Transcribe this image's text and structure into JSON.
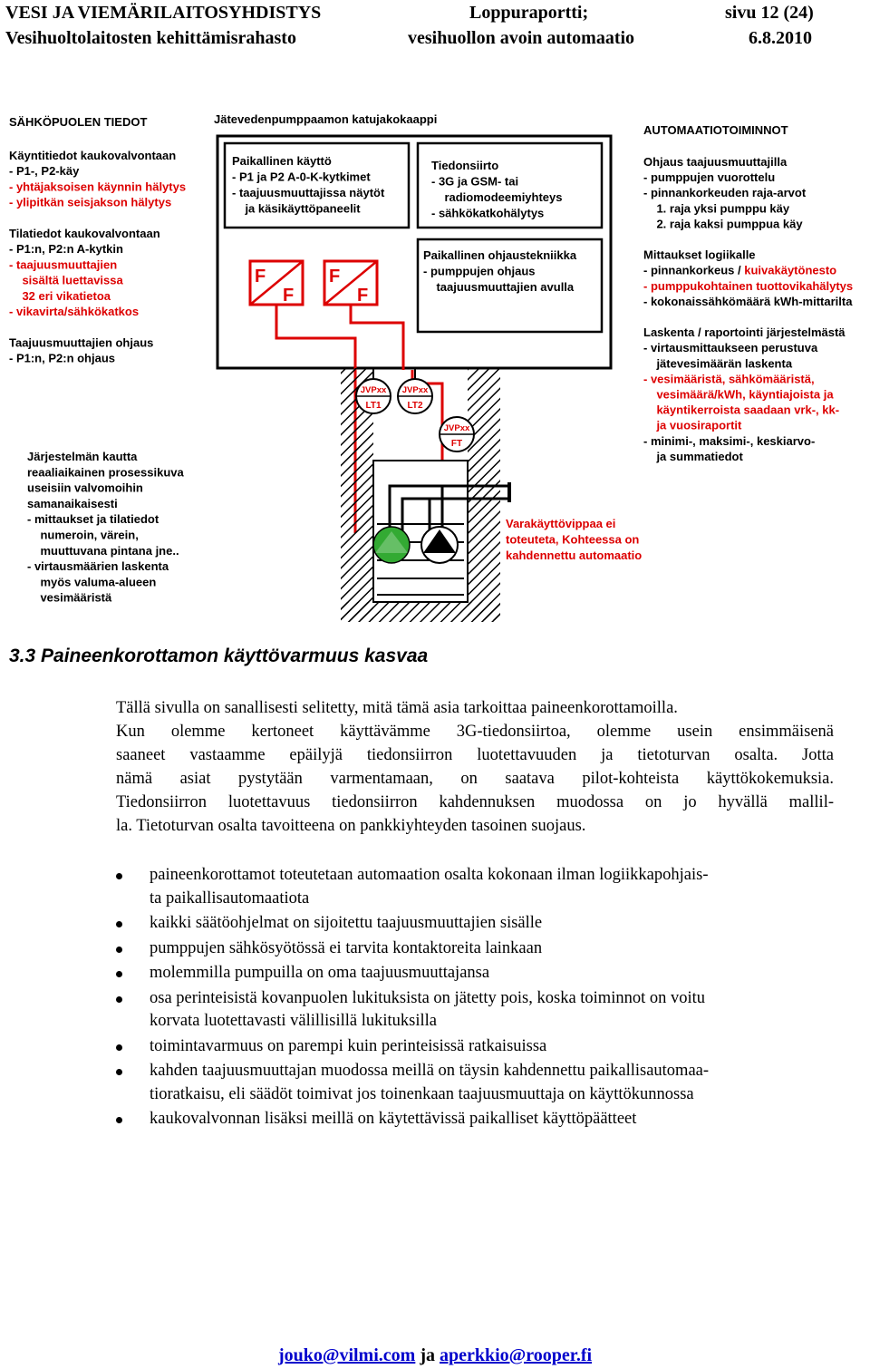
{
  "header": {
    "org": "VESI JA VIEMÄRILAITOSYHDISTYS",
    "report": "Loppuraportti;",
    "page": "sivu 12 (24)",
    "fund": "Vesihuoltolaitosten kehittämisrahasto",
    "subject": "vesihuollon avoin automaatio",
    "date": "6.8.2010"
  },
  "figure": {
    "left_title": "SÄHKÖPUOLEN TIEDOT",
    "left_lines": [
      {
        "t": "Käyntitiedot kaukovalvontaan",
        "c": "#000"
      },
      {
        "t": "- P1-, P2-käy",
        "c": "#000"
      },
      {
        "t": "- yhtäjaksoisen käynnin hälytys",
        "c": "#d00"
      },
      {
        "t": "- ylipitkän seisjakson hälytys",
        "c": "#d00"
      },
      {
        "t": "",
        "c": "#000"
      },
      {
        "t": "Tilatiedot kaukovalvontaan",
        "c": "#000"
      },
      {
        "t": "- P1:n, P2:n A-kytkin",
        "c": "#000"
      },
      {
        "t": "- taajuusmuuttajien",
        "c": "#d00"
      },
      {
        "t": "  sisältä luettavissa",
        "c": "#d00"
      },
      {
        "t": "  32 eri vikatietoa",
        "c": "#d00"
      },
      {
        "t": "- vikavirta/sähkökatkos",
        "c": "#d00"
      },
      {
        "t": "",
        "c": "#000"
      },
      {
        "t": "Taajuusmuuttajien ohjaus",
        "c": "#000"
      },
      {
        "t": "- P1:n, P2:n ohjaus",
        "c": "#000"
      }
    ],
    "lower_left_lines": [
      "Järjestelmän kautta",
      "reaaliaikainen prosessikuva",
      "useisiin valvomoihin",
      "samanaikaisesti",
      "- mittaukset ja tilatiedot",
      "  numeroin, värein,",
      "  muuttuvana pintana jne..",
      "- virtausmäärien laskenta",
      "  myös valuma-alueen",
      "  vesimääristä"
    ],
    "center_title": "Jätevedenpumppaamon katujakokaappi",
    "box_local": [
      "Paikallinen käyttö",
      "- P1 ja P2 A-0-K-kytkimet",
      "- taajuusmuuttajissa näytöt",
      "  ja käsikäyttöpaneelit"
    ],
    "box_transfer": [
      "Tiedonsiirto",
      "- 3G ja GSM- tai",
      "  radiomodeemiyhteys",
      "- sähkökatkohälytys"
    ],
    "box_control": [
      "Paikallinen ohjaustekniikka",
      "- pumppujen ohjaus",
      "  taajuusmuuttajien avulla"
    ],
    "sensors": [
      {
        "top": "JVPxx",
        "bottom": "LT1"
      },
      {
        "top": "JVPxx",
        "bottom": "LT2"
      },
      {
        "top": "JVPxx",
        "bottom": "FT"
      }
    ],
    "backup_note": [
      "Varakäyttövippaa ei",
      "toteuteta, Kohteessa on",
      "kahdennettu automaatio"
    ],
    "right_title": "AUTOMAATIOTOIMINNOT",
    "right_lines": [
      {
        "t": "Ohjaus taajuusmuuttajilla",
        "c": "#000"
      },
      {
        "t": "- pumppujen vuorottelu",
        "c": "#000"
      },
      {
        "t": "- pinnankorkeuden raja-arvot",
        "c": "#000"
      },
      {
        "t": "  1. raja yksi pumppu käy",
        "c": "#000"
      },
      {
        "t": "  2. raja kaksi pumppua käy",
        "c": "#000"
      },
      {
        "t": "",
        "c": "#000"
      },
      {
        "t": "Mittaukset logiikalle",
        "c": "#000"
      },
      {
        "t": "- pinnankorkeus / kuivakäytönesto",
        "c": "#000"
      },
      {
        "t": "- pumppukohtainen tuottovikahälytys",
        "c": "#d00"
      },
      {
        "t": "- kokonaissähkömäärä kWh-mittarilta",
        "c": "#000"
      },
      {
        "t": "",
        "c": "#000"
      },
      {
        "t": "Laskenta / raportointi järjestelmästä",
        "c": "#000"
      },
      {
        "t": "- virtausmittaukseen perustuva",
        "c": "#000"
      },
      {
        "t": "  jätevesimäärän laskenta",
        "c": "#000"
      },
      {
        "t": "- vesimääristä, sähkömääristä,",
        "c": "#d00"
      },
      {
        "t": "  vesimäärä/kWh, käyntiajoista ja",
        "c": "#d00"
      },
      {
        "t": "  käyntikerroista saadaan vrk-, kk-",
        "c": "#d00"
      },
      {
        "t": "  ja vuosiraportit",
        "c": "#d00"
      },
      {
        "t": "- minimi-, maksimi-, keskiarvo-",
        "c": "#000"
      },
      {
        "t": "  ja summatiedot",
        "c": "#000"
      }
    ],
    "colors": {
      "red": "#d00",
      "green": "#3a3",
      "black": "#000"
    }
  },
  "section": {
    "heading": "3.3 Paineenkorottamon käyttövarmuus kasvaa",
    "paragraph_lines": [
      "Tällä sivulla on sanallisesti selitetty, mitä tämä asia tarkoittaa paineenkorottamoilla.",
      "Kun olemme kertoneet käyttävämme 3G-tiedonsiirtoa, olemme usein ensimmäisenä",
      "saaneet vastaamme epäilyjä tiedonsiirron luotettavuuden ja tietoturvan osalta. Jotta",
      "nämä asiat pystytään varmentamaan, on saatava pilot-kohteista käyttökokemuksia.",
      "Tiedonsiirron luotettavuus tiedonsiirron kahdennuksen muodossa on jo hyvällä mallil-",
      "la. Tietoturvan osalta tavoitteena on pankkiyhteyden tasoinen suojaus."
    ],
    "bullets": [
      [
        "paineenkorottamot toteutetaan automaation osalta kokonaan ilman logiikkapohjais-",
        "ta paikallisautomaatiota"
      ],
      [
        "kaikki säätöohjelmat on sijoitettu taajuusmuuttajien sisälle"
      ],
      [
        "pumppujen sähkösyötössä ei tarvita kontaktoreita lainkaan"
      ],
      [
        "molemmilla pumpuilla on oma taajuusmuuttajansa"
      ],
      [
        "osa perinteisistä kovanpuolen lukituksista on jätetty pois, koska toiminnot on voitu",
        "korvata luotettavasti välillisillä lukituksilla"
      ],
      [
        "toimintavarmuus on parempi kuin perinteisissä ratkaisuissa"
      ],
      [
        "kahden taajuusmuuttajan muodossa meillä on täysin kahdennettu paikallisautomaa-",
        "tioratkaisu, eli säädöt toimivat jos toinenkaan taajuusmuuttaja on käyttökunnossa"
      ],
      [
        "kaukovalvonnan lisäksi meillä on käytettävissä paikalliset käyttöpäätteet"
      ]
    ]
  },
  "footer": {
    "email1": "jouko@vilmi.com",
    "joiner": "ja",
    "email2": "aperkkio@rooper.fi"
  }
}
